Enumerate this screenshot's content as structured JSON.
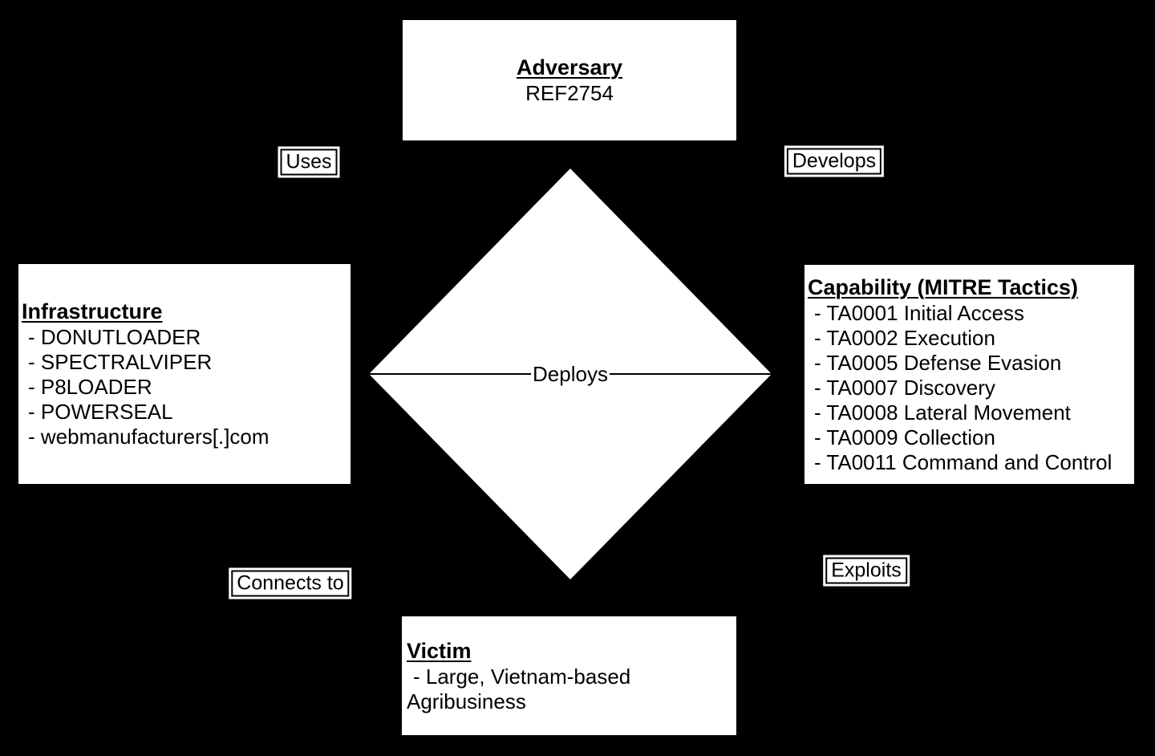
{
  "colors": {
    "background": "#000000",
    "box_fill": "#ffffff",
    "text": "#000000",
    "line": "#000000"
  },
  "nodes": {
    "adversary": {
      "title": "Adversary",
      "value": "REF2754"
    },
    "infrastructure": {
      "title": "Infrastructure",
      "items": [
        "- DONUTLOADER",
        "- SPECTRALVIPER",
        "- P8LOADER",
        "- POWERSEAL",
        "- webmanufacturers[.]com"
      ]
    },
    "capability": {
      "title": "Capability (MITRE Tactics)",
      "items": [
        "- TA0001 Initial Access",
        "- TA0002 Execution",
        "- TA0005 Defense Evasion",
        "- TA0007 Discovery",
        "- TA0008 Lateral Movement",
        "- TA0009 Collection",
        "- TA0011 Command and Control"
      ]
    },
    "victim": {
      "title": "Victim",
      "items": [
        "- Large, Vietnam-based Agribusiness"
      ]
    }
  },
  "edges": {
    "uses": "Uses",
    "develops": "Develops",
    "deploys": "Deploys",
    "connects_to": "Connects to",
    "exploits": "Exploits"
  }
}
